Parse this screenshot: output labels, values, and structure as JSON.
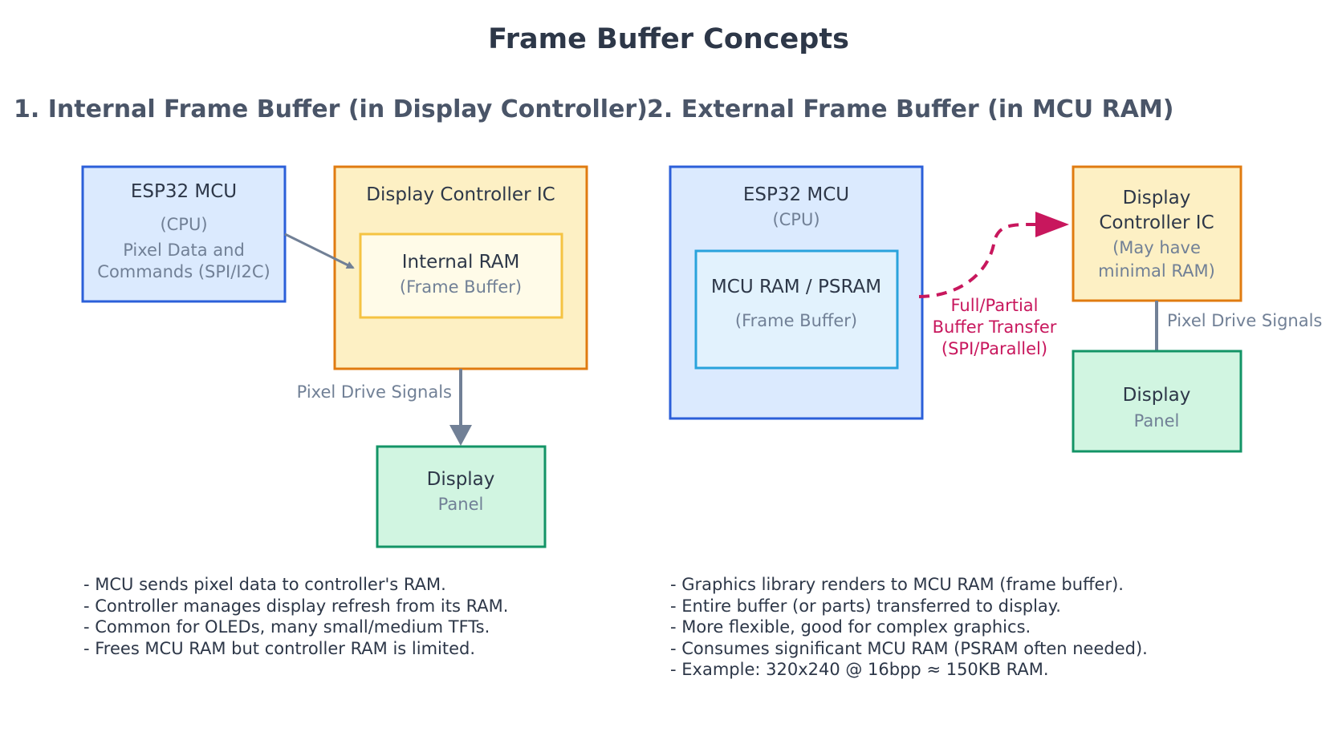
{
  "title": "Frame Buffer Concepts",
  "section1": {
    "heading": "1. Internal Frame Buffer (in Display Controller)",
    "mcu": {
      "title": "ESP32 MCU",
      "subtitle": "(CPU)",
      "note_line1": "Pixel Data and",
      "note_line2": "Commands (SPI/I2C)"
    },
    "controller": {
      "title": "Display Controller IC"
    },
    "ram": {
      "title": "Internal RAM",
      "subtitle": "(Frame Buffer)"
    },
    "drive_label": "Pixel Drive Signals",
    "panel": {
      "title": "Display",
      "subtitle": "Panel"
    },
    "notes": [
      "- MCU sends pixel data to controller's RAM.",
      "- Controller manages display refresh from its RAM.",
      "- Common for OLEDs, many small/medium TFTs.",
      "- Frees MCU RAM but controller RAM is limited."
    ]
  },
  "section2": {
    "heading": "2. External Frame Buffer (in MCU RAM)",
    "mcu": {
      "title": "ESP32 MCU",
      "subtitle": "(CPU)"
    },
    "ram": {
      "title": "MCU RAM / PSRAM",
      "subtitle": "(Frame Buffer)"
    },
    "transfer_label": {
      "line1": "Full/Partial",
      "line2": "Buffer Transfer",
      "line3": "(SPI/Parallel)"
    },
    "controller": {
      "title_line1": "Display",
      "title_line2": "Controller IC",
      "note_line1": "(May have",
      "note_line2": "minimal RAM)"
    },
    "drive_label": "Pixel Drive Signals",
    "panel": {
      "title": "Display",
      "subtitle": "Panel"
    },
    "notes": [
      "- Graphics library renders to MCU RAM (frame buffer).",
      "- Entire buffer (or parts) transferred to display.",
      "- More flexible, good for complex graphics.",
      "- Consumes significant MCU RAM (PSRAM often needed).",
      "- Example: 320x240 @ 16bpp ≈ 150KB RAM."
    ]
  },
  "colors": {
    "mcu_fill": "#dbeafe",
    "mcu_stroke": "#2b5fd9",
    "controller_fill": "#fdf0c4",
    "controller_stroke": "#e07b10",
    "ram_fill": "#fffbe8",
    "ram_stroke": "#f5c342",
    "psram_fill": "#e2f2fd",
    "psram_stroke": "#29a3dc",
    "panel_fill": "#d1f5e1",
    "panel_stroke": "#139466",
    "arrow": "#718096",
    "transfer": "#c8175d",
    "text": "#2d3748",
    "muted": "#718096"
  }
}
